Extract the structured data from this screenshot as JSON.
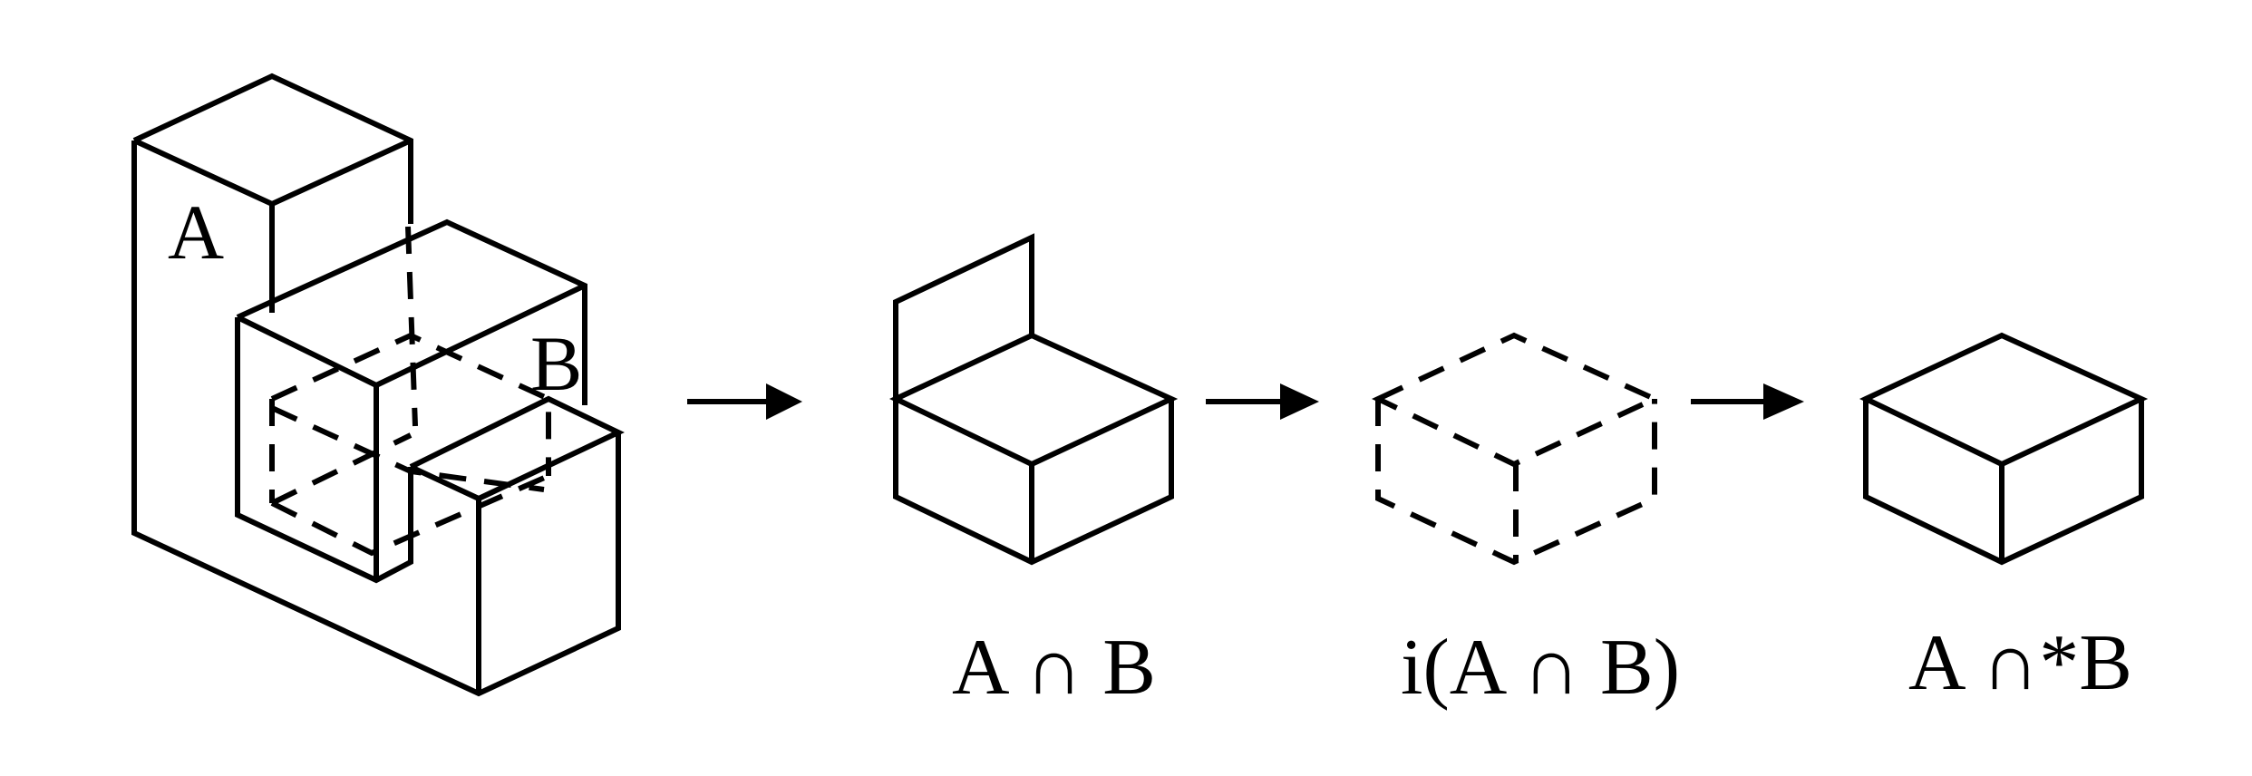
{
  "labels": {
    "set_a": "A",
    "set_b": "B"
  },
  "captions": {
    "intersection": "A ∩ B",
    "interior": "i(A ∩ B)",
    "regularized": "A ∩*B"
  },
  "colors": {
    "stroke": "#000000",
    "background": "#ffffff"
  }
}
